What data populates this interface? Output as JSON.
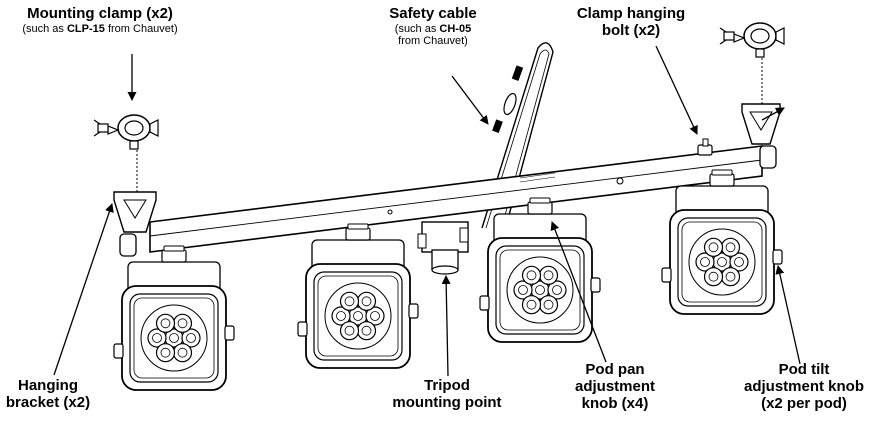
{
  "callouts": {
    "mounting_clamp": {
      "title": "Mounting clamp (x2)",
      "note_before": "(such as ",
      "note_bold": "CLP-15",
      "note_after": " from Chauvet)"
    },
    "safety_cable": {
      "title": "Safety cable",
      "note1_before": "(such as ",
      "note1_bold": "CH-05",
      "note2": "from Chauvet)"
    },
    "clamp_bolt": {
      "line1": "Clamp hanging",
      "line2": "bolt (x2)"
    },
    "hanging_bracket": {
      "line1": "Hanging",
      "line2": "bracket (x2)"
    },
    "tripod_point": {
      "line1": "Tripod",
      "line2": "mounting point"
    },
    "pan_knob": {
      "line1": "Pod pan",
      "line2": "adjustment",
      "line3": "knob (x4)"
    },
    "tilt_knob": {
      "line1": "Pod tilt",
      "line2": "adjustment knob",
      "line3": "(x2 per pod)"
    }
  },
  "colors": {
    "ink": "#000000",
    "background": "#ffffff"
  }
}
